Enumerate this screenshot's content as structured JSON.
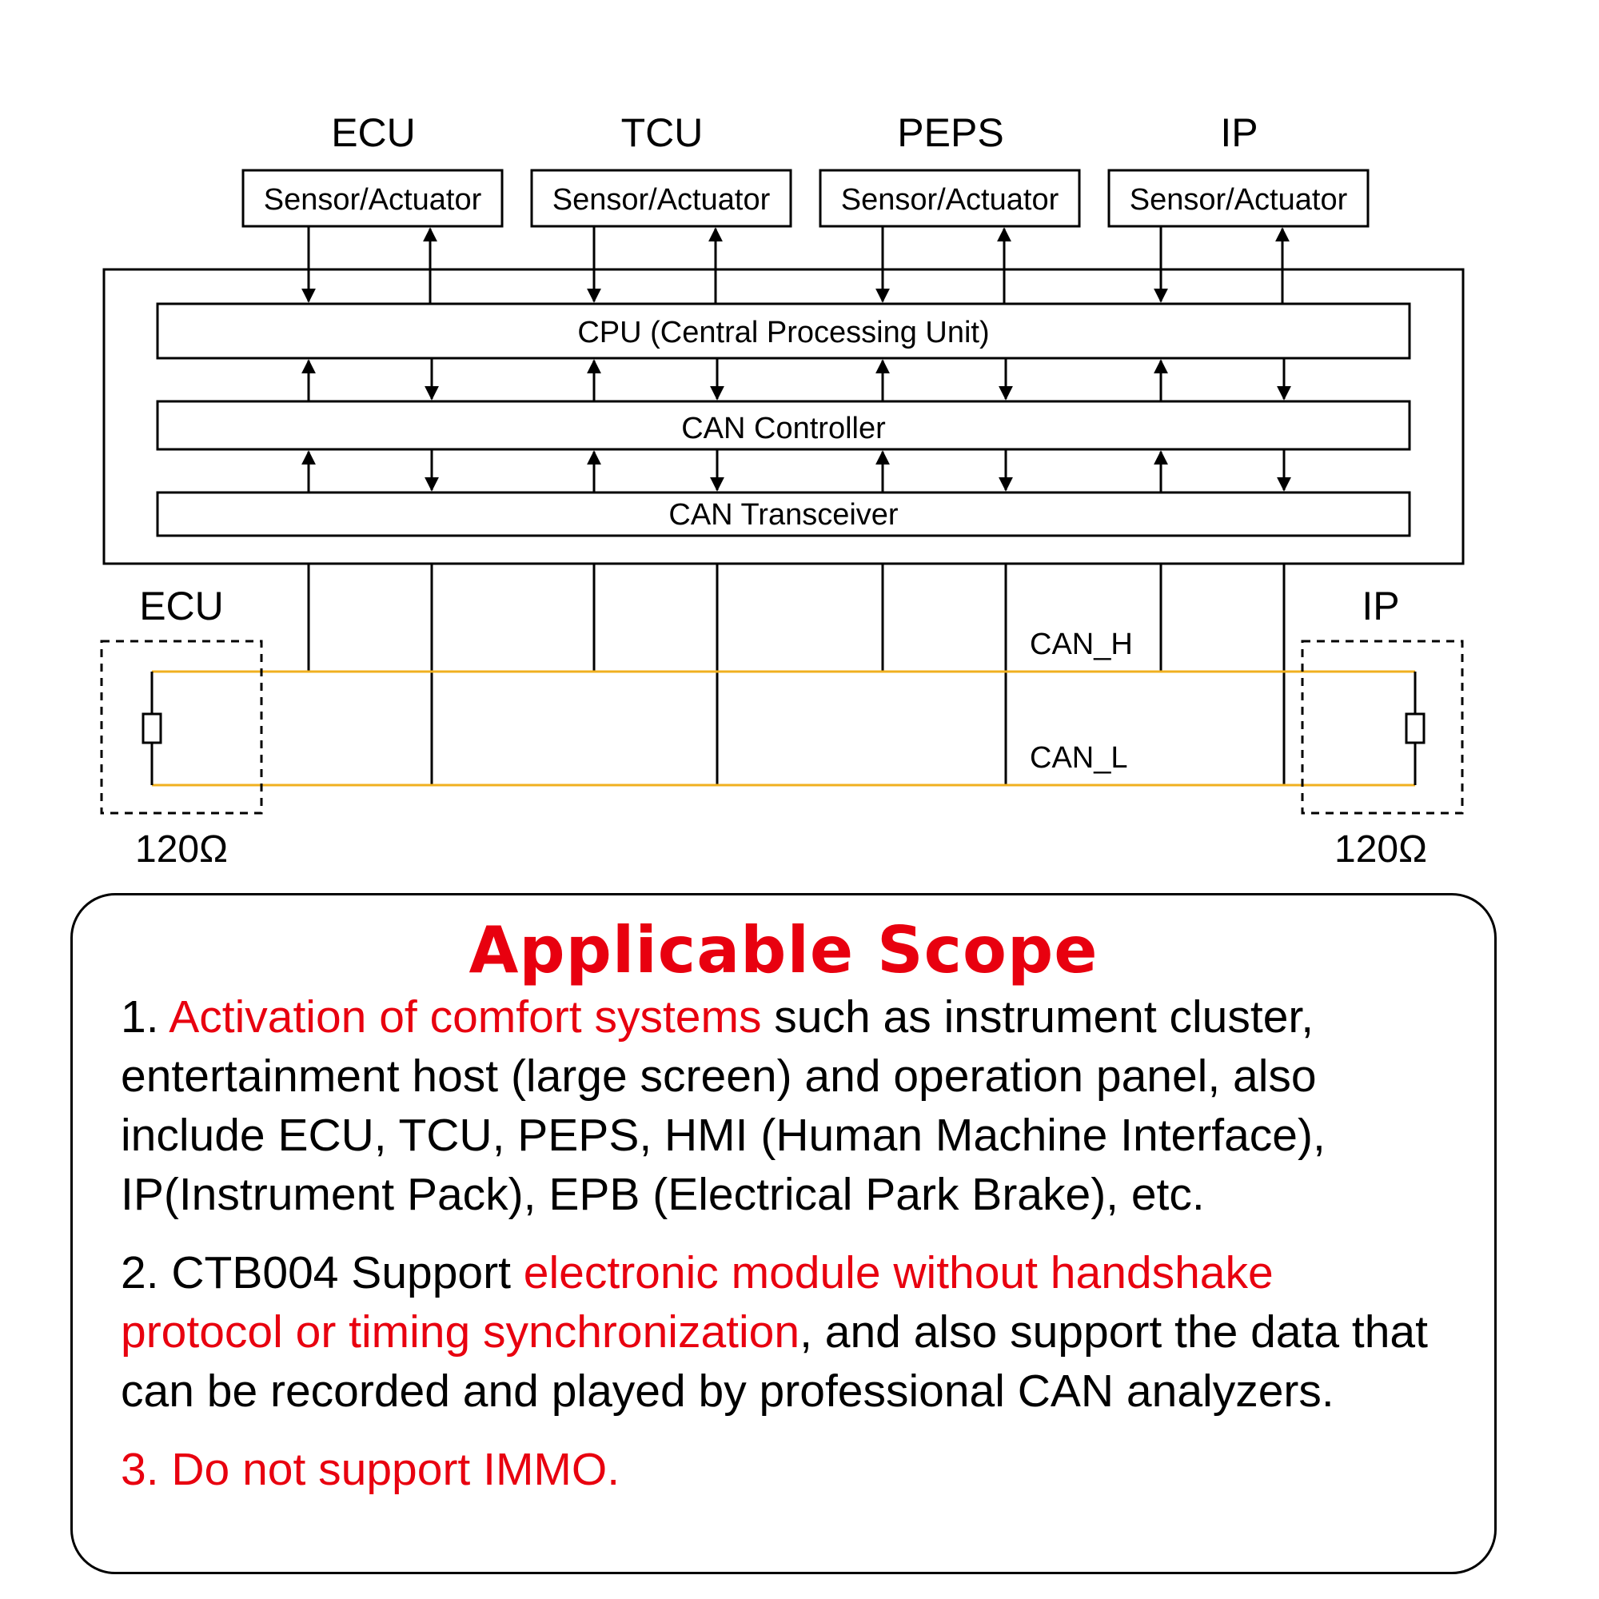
{
  "modules": [
    {
      "name": "ECU",
      "box_label": "Sensor/Actuator"
    },
    {
      "name": "TCU",
      "box_label": "Sensor/Actuator"
    },
    {
      "name": "PEPS",
      "box_label": "Sensor/Actuator"
    },
    {
      "name": "IP",
      "box_label": "Sensor/Actuator"
    }
  ],
  "layers": {
    "cpu": "CPU (Central Processing Unit)",
    "controller": "CAN Controller",
    "transceiver": "CAN Transceiver"
  },
  "bus": {
    "can_h": "CAN_H",
    "can_l": "CAN_L",
    "left_node": "ECU",
    "right_node": "IP",
    "left_resistor": "120Ω",
    "right_resistor": "120Ω",
    "bus_color": "#f0b020"
  },
  "scope": {
    "title": "Applicable Scope",
    "item1": {
      "prefix": "1. ",
      "highlight": "Activation of comfort systems",
      "rest": " such as instrument cluster, entertainment host (large screen) and operation panel, also include ECU, TCU, PEPS, HMI (Human Machine Interface), IP(Instrument Pack), EPB (Electrical Park Brake), etc."
    },
    "item2": {
      "prefix": "2. CTB004 Support ",
      "highlight": "electronic module without handshake protocol or timing synchronization",
      "rest": ", and also support the data that can be recorded and played by professional CAN analyzers."
    },
    "item3": "3. Do not support IMMO.",
    "accent_color": "#e8000f"
  }
}
